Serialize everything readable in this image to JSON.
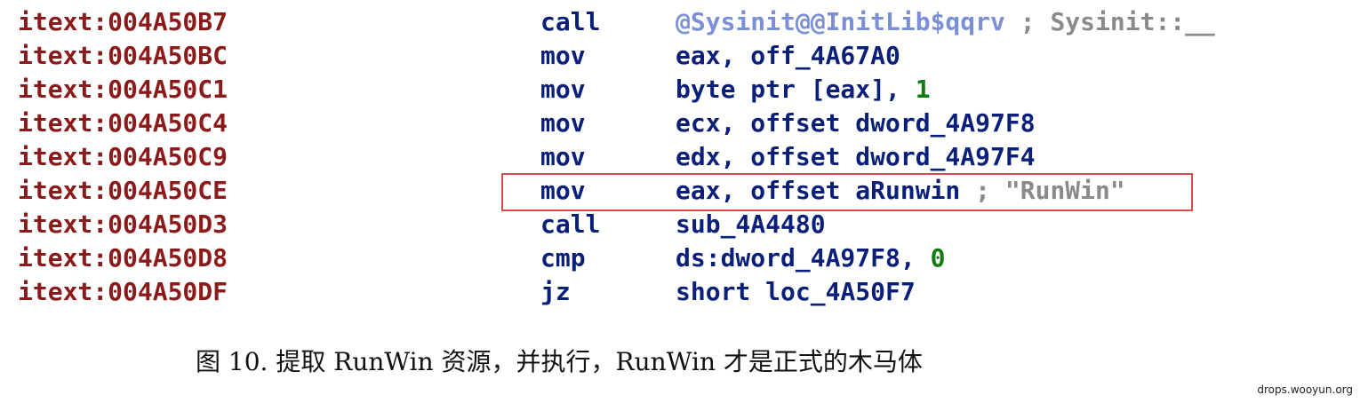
{
  "colors": {
    "address": "#8b1a1a",
    "mnemonic": "#0a1f7a",
    "symbol": "#7b8fd6",
    "number": "#117a11",
    "comment": "#8a8a8a",
    "highlight_border": "#d94a4a"
  },
  "listing": [
    {
      "address": "itext:004A50B7",
      "mnemonic": "call",
      "operand": "@Sysinit@@InitLib$qqrv",
      "operand_style": "symbol",
      "comment": "; Sysinit::__",
      "highlighted": false
    },
    {
      "address": "itext:004A50BC",
      "mnemonic": "mov",
      "operand": "eax, off_4A67A0",
      "operand_style": "normal",
      "comment": "",
      "highlighted": false
    },
    {
      "address": "itext:004A50C1",
      "mnemonic": "mov",
      "operand": "byte ptr [eax], ",
      "operand_style": "normal",
      "number": "1",
      "comment": "",
      "highlighted": false
    },
    {
      "address": "itext:004A50C4",
      "mnemonic": "mov",
      "operand": "ecx, offset dword_4A97F8",
      "operand_style": "normal",
      "comment": "",
      "highlighted": false
    },
    {
      "address": "itext:004A50C9",
      "mnemonic": "mov",
      "operand": "edx, offset dword_4A97F4",
      "operand_style": "normal",
      "comment": "",
      "highlighted": false
    },
    {
      "address": "itext:004A50CE",
      "mnemonic": "mov",
      "operand": "eax, offset aRunwin ",
      "operand_style": "normal",
      "comment": "; \"RunWin\"",
      "highlighted": true
    },
    {
      "address": "itext:004A50D3",
      "mnemonic": "call",
      "operand": "sub_4A4480",
      "operand_style": "normal",
      "comment": "",
      "highlighted": false
    },
    {
      "address": "itext:004A50D8",
      "mnemonic": "cmp",
      "operand": "ds:dword_4A97F8, ",
      "operand_style": "normal",
      "number": "0",
      "comment": "",
      "highlighted": false
    },
    {
      "address": "itext:004A50DF",
      "mnemonic": "jz",
      "operand": "short loc_4A50F7",
      "operand_style": "normal",
      "comment": "",
      "highlighted": false
    }
  ],
  "caption": "图 10. 提取 RunWin 资源，并执行，RunWin 才是正式的木马体",
  "watermark": "drops.wooyun.org"
}
